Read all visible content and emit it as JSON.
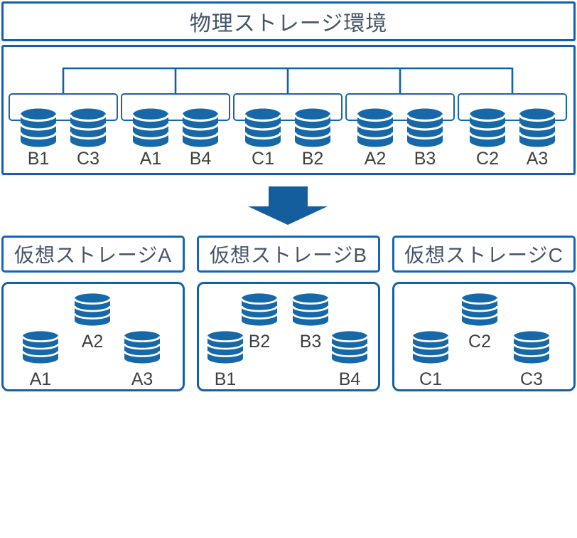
{
  "physical": {
    "title": "物理ストレージ環境",
    "servers": [
      {
        "disks": [
          {
            "label": "B1"
          },
          {
            "label": "C3"
          }
        ]
      },
      {
        "disks": [
          {
            "label": "A1"
          },
          {
            "label": "B4"
          }
        ]
      },
      {
        "disks": [
          {
            "label": "C1"
          },
          {
            "label": "B2"
          }
        ]
      },
      {
        "disks": [
          {
            "label": "A2"
          },
          {
            "label": "B3"
          }
        ]
      },
      {
        "disks": [
          {
            "label": "C2"
          },
          {
            "label": "A3"
          }
        ]
      }
    ]
  },
  "arrow": {
    "name": "down-arrow",
    "color": "#155e9e"
  },
  "virtual_groups": [
    {
      "title": "仮想ストレージA",
      "disks": [
        {
          "label": "A2"
        },
        {
          "label": "A1"
        },
        {
          "label": "A3"
        }
      ]
    },
    {
      "title": "仮想ストレージB",
      "disks": [
        {
          "label": "B2"
        },
        {
          "label": "B3"
        },
        {
          "label": "B1"
        },
        {
          "label": "B4"
        }
      ]
    },
    {
      "title": "仮想ストレージC",
      "disks": [
        {
          "label": "C2"
        },
        {
          "label": "C1"
        },
        {
          "label": "C3"
        }
      ]
    }
  ],
  "colors": {
    "border_blue": "#1160ab",
    "disk_blue": "#1768a8",
    "arrow_blue": "#155e9e",
    "title_text": "#44546a",
    "label_text": "#404040",
    "background": "#ffffff"
  }
}
